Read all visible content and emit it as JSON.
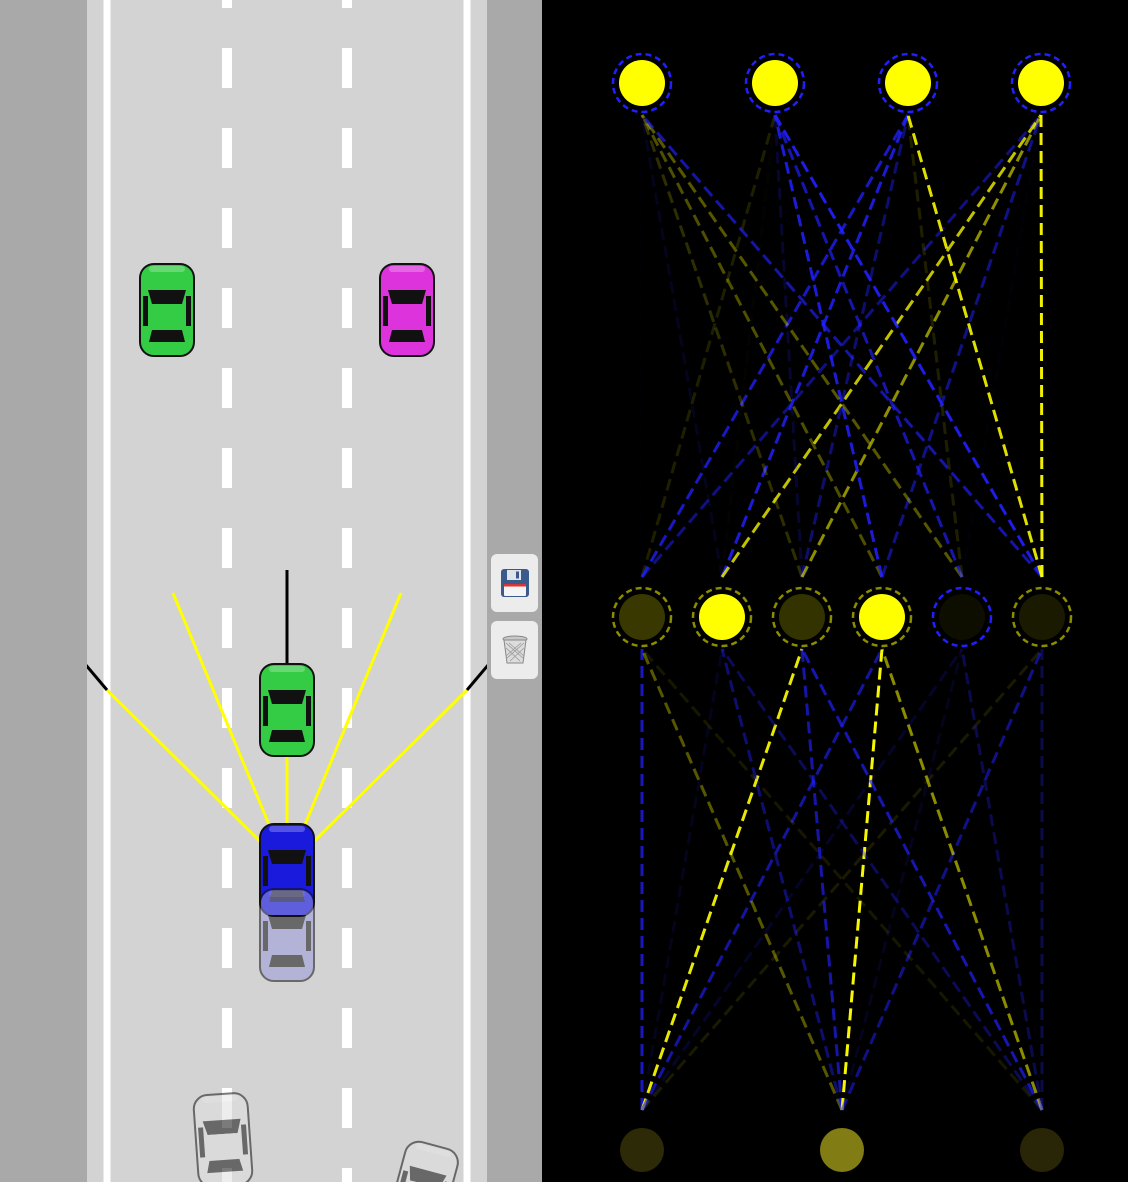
{
  "simulation": {
    "road": {
      "lane_count": 3,
      "road_color": "#d3d3d3",
      "marking_color": "#ffffff",
      "shoulder_color": "#a9a9a9"
    },
    "sensor": {
      "ray_count": 5,
      "ray_color": "#ffff00",
      "ray_hit_color": "#000000"
    },
    "cars": [
      {
        "role": "traffic",
        "color": "#33cc44",
        "lane": 0
      },
      {
        "role": "traffic",
        "color": "#dd33dd",
        "lane": 2
      },
      {
        "role": "traffic",
        "color": "#33cc44",
        "lane": 1
      },
      {
        "role": "best-agent",
        "color": "#1a1add",
        "lane": 1
      },
      {
        "role": "agent-ghost",
        "color": "#9999dd",
        "lane": 1
      },
      {
        "role": "agent-ghost",
        "color": "#e0e0e0",
        "lane": 1
      },
      {
        "role": "agent-ghost",
        "color": "#e0e0e0",
        "lane": 2
      }
    ]
  },
  "controls": {
    "save_icon": "floppy-disk-icon",
    "discard_icon": "trash-bin-icon"
  },
  "network": {
    "background": "#000000",
    "positive_color": "#ffff00",
    "negative_color": "#2020ff",
    "levels": [
      {
        "name": "input",
        "count": 4,
        "active": [
          1,
          1,
          1,
          1
        ],
        "bias_negative": [
          1,
          1,
          1,
          1
        ]
      },
      {
        "name": "hidden",
        "count": 6,
        "active": [
          0.22,
          1,
          0.2,
          1,
          0.05,
          0.1
        ],
        "bias_negative": [
          0,
          0,
          0,
          0,
          1,
          0
        ]
      },
      {
        "name": "output",
        "count": 3,
        "active": [
          0.22,
          0.65,
          0.2
        ],
        "bias_negative": [
          0,
          0,
          0
        ]
      }
    ]
  }
}
